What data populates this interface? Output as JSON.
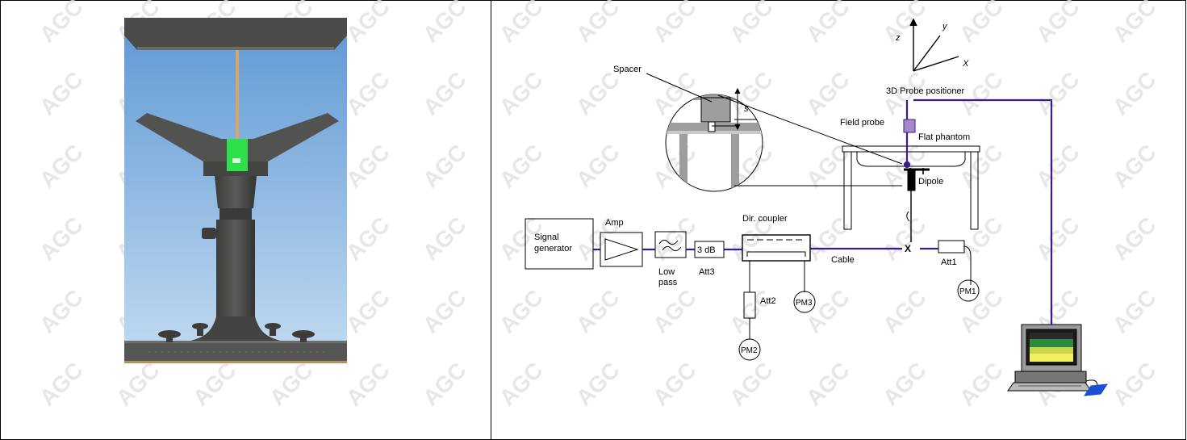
{
  "watermark": "AGC",
  "photo": {
    "description": "validation fixture: dipole mounted under flat phantom with laser alignment"
  },
  "diagram": {
    "axes": {
      "z": "z",
      "y": "y",
      "x": "X"
    },
    "spacer_label": "Spacer",
    "s_label": "s",
    "probe_positioner": "3D Probe positioner",
    "field_probe": "Field probe",
    "flat_phantom": "Flat phantom",
    "dipole": "Dipole",
    "signal_generator_line1": "Signal",
    "signal_generator_line2": "generator",
    "amp": "Amp",
    "low_pass_line1": "Low",
    "low_pass_line2": "pass",
    "att_3db": "3 dB",
    "att3": "Att3",
    "dir_coupler": "Dir. coupler",
    "cable": "Cable",
    "x_mark": "X",
    "att1": "Att1",
    "att2": "Att2",
    "pm1": "PM1",
    "pm2": "PM2",
    "pm3": "PM3"
  },
  "colors": {
    "cable": "#3a1b8c",
    "laser": "#d9a86a",
    "green": "#22e04a",
    "sky_top": "#6aa0d8",
    "sky_bottom": "#b7d3ef",
    "fixture": "#4a4a48"
  }
}
